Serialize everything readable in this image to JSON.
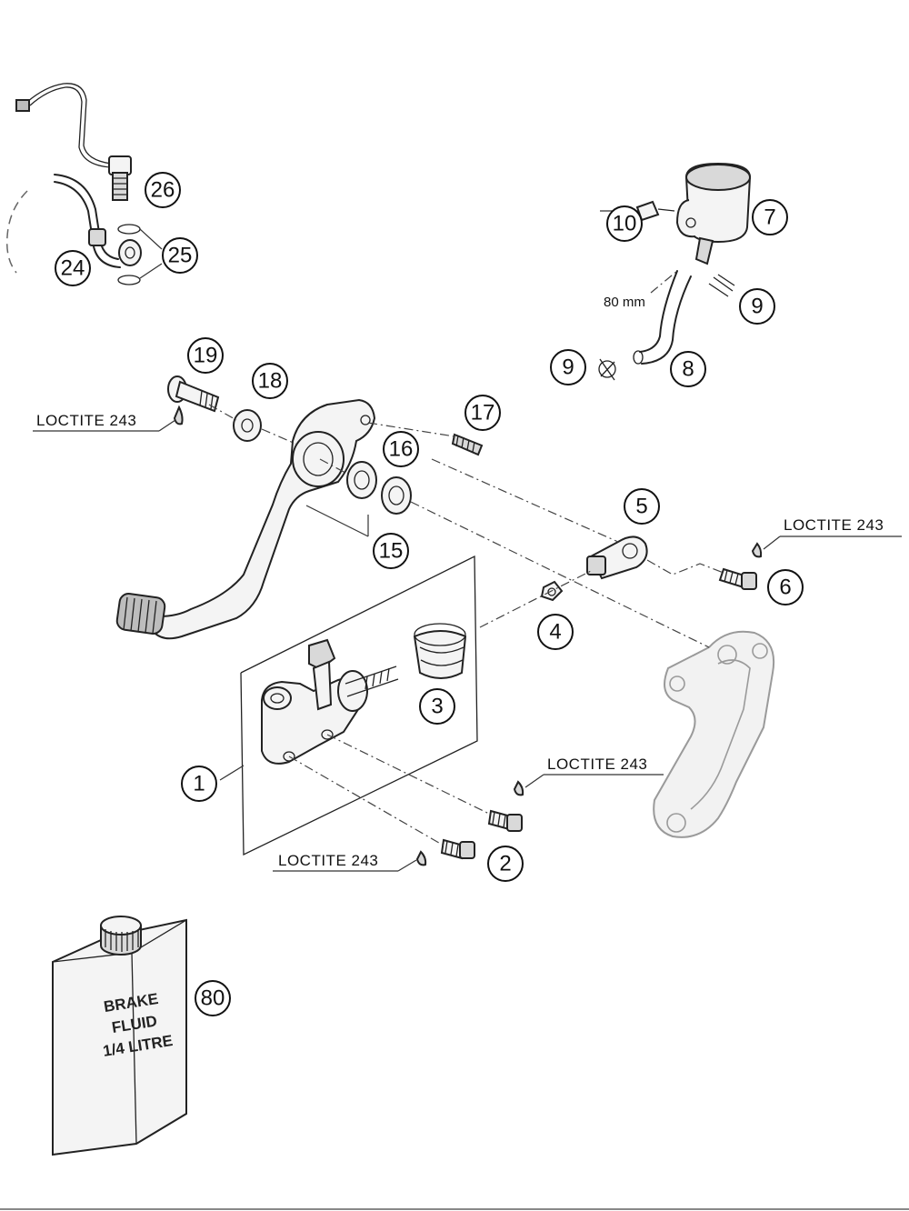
{
  "callouts": {
    "c1": "1",
    "c2": "2",
    "c3": "3",
    "c4": "4",
    "c5": "5",
    "c6": "6",
    "c7": "7",
    "c8": "8",
    "c9a": "9",
    "c9b": "9",
    "c10": "10",
    "c15": "15",
    "c16": "16",
    "c17": "17",
    "c18": "18",
    "c19": "19",
    "c24": "24",
    "c25": "25",
    "c26": "26",
    "c80": "80"
  },
  "notes": {
    "loctite_19": "LOCTITE 243",
    "loctite_6": "LOCTITE 243",
    "loctite_bolt": "LOCTITE 243",
    "loctite_2": "LOCTITE 243"
  },
  "hose_length": "80 mm",
  "fluid_can": {
    "line1": "BRAKE",
    "line2": "FLUID",
    "line3": "1/4 LITRE"
  }
}
